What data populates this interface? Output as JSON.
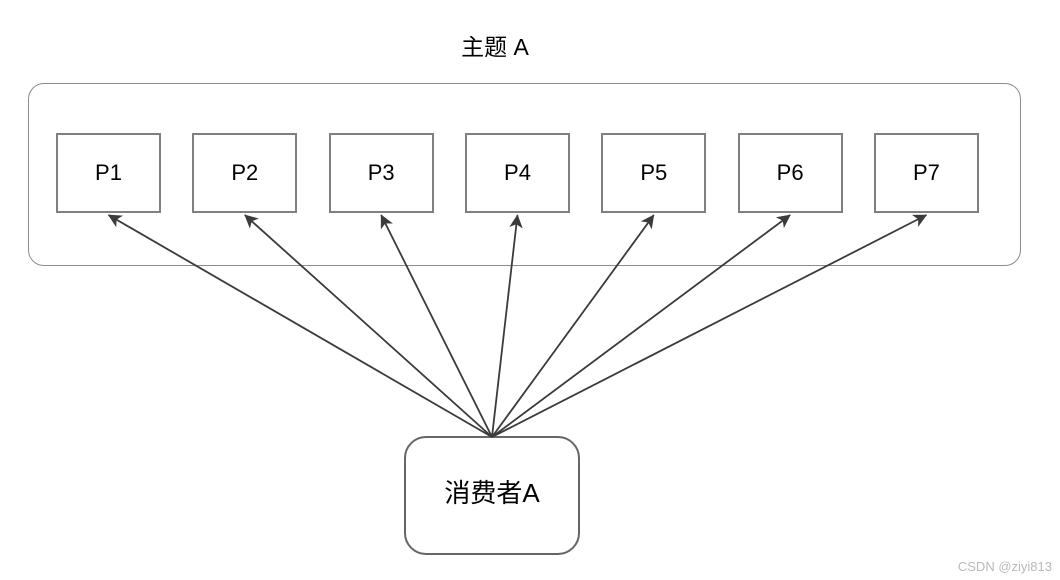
{
  "diagram": {
    "title": "主题 A",
    "topic": {
      "partitions": [
        {
          "id": "p1",
          "label": "P1"
        },
        {
          "id": "p2",
          "label": "P2"
        },
        {
          "id": "p3",
          "label": "P3"
        },
        {
          "id": "p4",
          "label": "P4"
        },
        {
          "id": "p5",
          "label": "P5"
        },
        {
          "id": "p6",
          "label": "P6"
        },
        {
          "id": "p7",
          "label": "P7"
        }
      ]
    },
    "consumer": {
      "id": "consumer-a",
      "label": "消费者A"
    },
    "edges": [
      {
        "from": "consumer-a",
        "to": "p1"
      },
      {
        "from": "consumer-a",
        "to": "p2"
      },
      {
        "from": "consumer-a",
        "to": "p3"
      },
      {
        "from": "consumer-a",
        "to": "p4"
      },
      {
        "from": "consumer-a",
        "to": "p5"
      },
      {
        "from": "consumer-a",
        "to": "p6"
      },
      {
        "from": "consumer-a",
        "to": "p7"
      }
    ],
    "colors": {
      "partition_border": "#808080",
      "container_border": "#8c8c8c",
      "consumer_border": "#666666",
      "arrow": "#3b3b3b",
      "text": "#000000",
      "watermark": "#b9b9b9"
    }
  },
  "watermark": "CSDN @ziyi813"
}
